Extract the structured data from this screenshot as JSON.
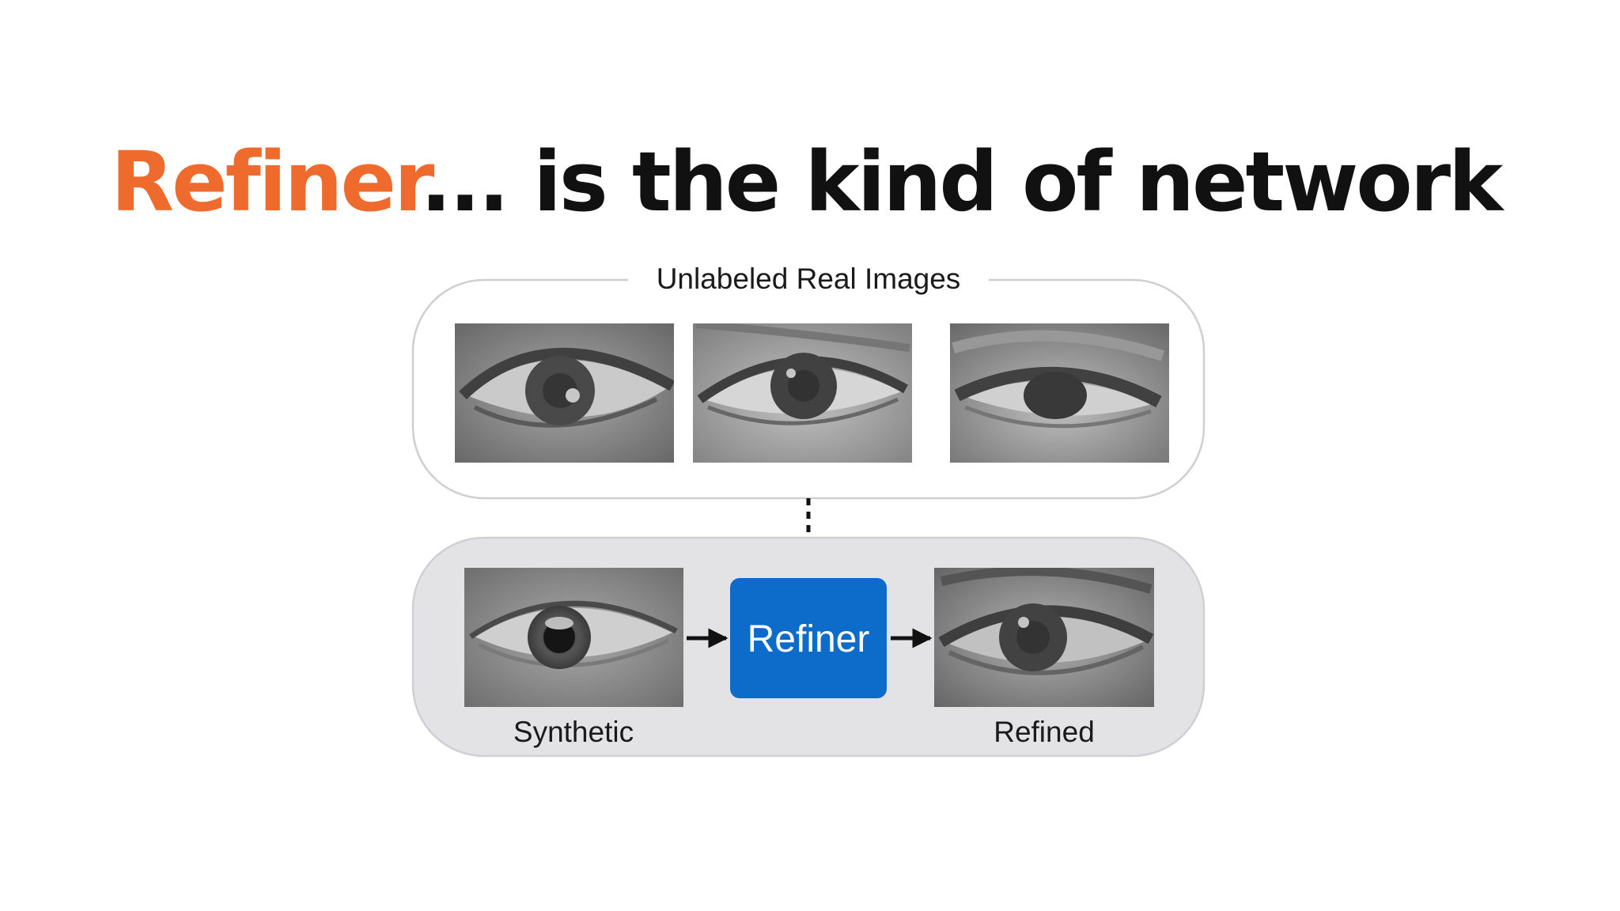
{
  "slide": {
    "title_accent": "Refiner",
    "title_rest": "... is the kind of network"
  },
  "diagram": {
    "real_group_label": "Unlabeled Real Images",
    "real_images": [
      {
        "icon": "eye-photo-icon",
        "tone": "dark"
      },
      {
        "icon": "eye-photo-icon",
        "tone": "medium"
      },
      {
        "icon": "eye-photo-icon",
        "tone": "soft"
      }
    ],
    "synthetic_label": "Synthetic",
    "refiner_label": "Refiner",
    "refined_label": "Refined"
  },
  "colors": {
    "accent": "#ef6a2d",
    "refiner_box": "#0d6cc9",
    "pipeline_bg": "#e3e3e5",
    "border": "#cfcfd3"
  }
}
